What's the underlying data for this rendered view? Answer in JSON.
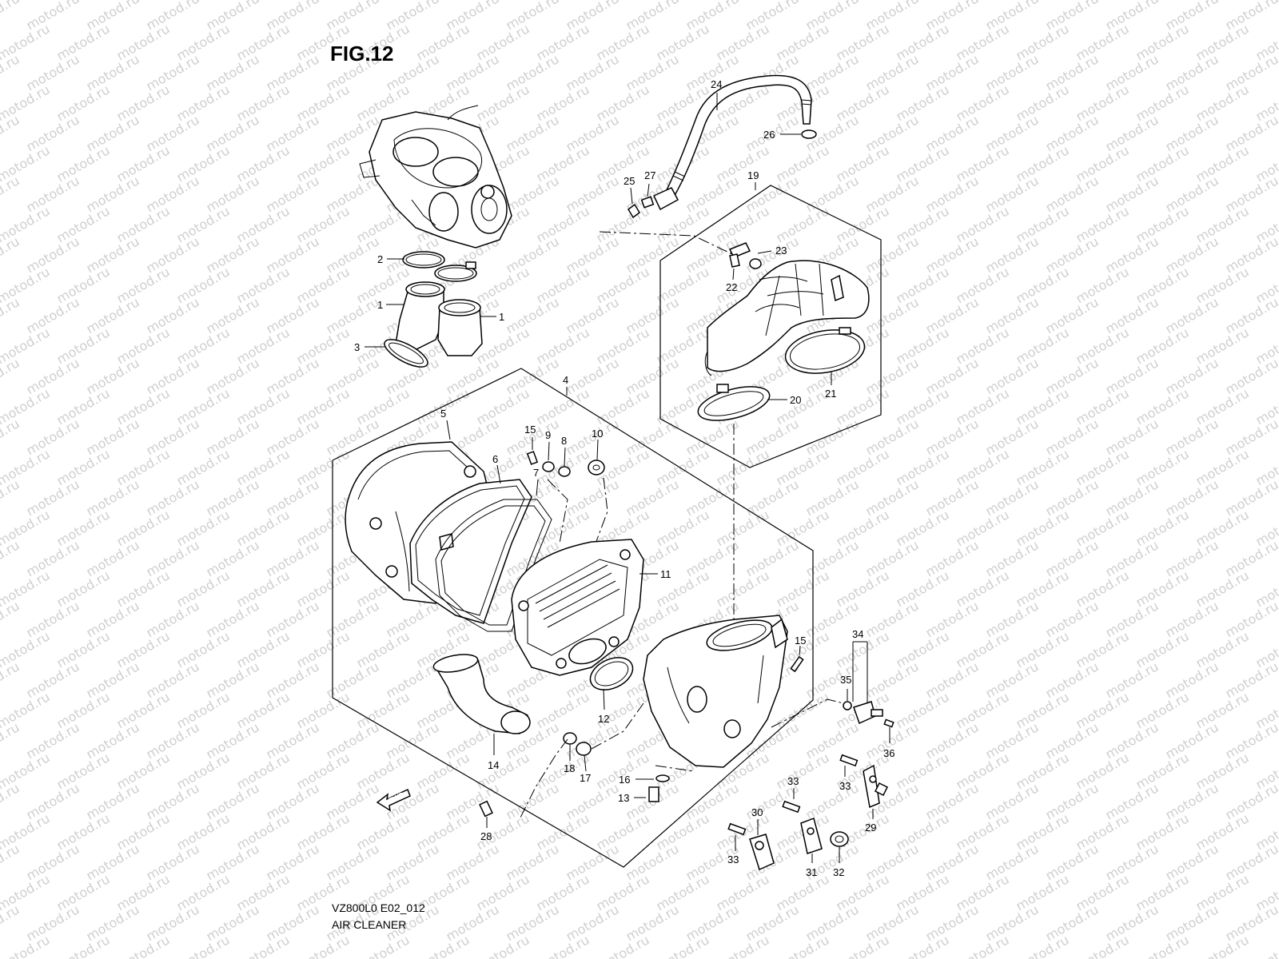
{
  "figure": {
    "title": "FIG.12",
    "model_code": "VZ800L0 E02_012",
    "caption": "AIR CLEANER",
    "fwd_label": "FWD"
  },
  "watermark": {
    "text": "motod.ru"
  },
  "callouts": {
    "c1a": "1",
    "c1b": "1",
    "c2": "2",
    "c3": "3",
    "c4": "4",
    "c5": "5",
    "c6": "6",
    "c7": "7",
    "c8": "8",
    "c9": "9",
    "c10": "10",
    "c11": "11",
    "c12": "12",
    "c13": "13",
    "c14": "14",
    "c15a": "15",
    "c15b": "15",
    "c16": "16",
    "c17": "17",
    "c18": "18",
    "c19": "19",
    "c20": "20",
    "c21": "21",
    "c22": "22",
    "c23": "23",
    "c24": "24",
    "c25": "25",
    "c26": "26",
    "c27": "27",
    "c28": "28",
    "c29": "29",
    "c30": "30",
    "c31": "31",
    "c32": "32",
    "c33a": "33",
    "c33b": "33",
    "c33c": "33",
    "c34": "34",
    "c35": "35",
    "c36": "36"
  }
}
